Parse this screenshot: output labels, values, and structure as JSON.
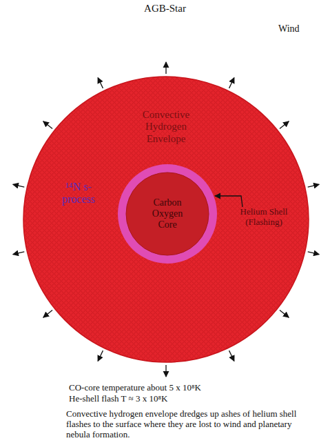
{
  "diagram": {
    "title": "AGB-Star",
    "caption": "Convective hydrogen envelope dredges up ashes of helium shell flashes to the surface where they are lost to wind and planetary nebula formation.",
    "nodes": [
      {
        "text": [
          "Convective Hydrogen Envelope",
          "¹⁴N s-process"
        ]
      },
      {
        "text": [
          "Helium Shell (Flashing)"
        ],
        "in": 0
      },
      {
        "text": [
          "Carbon Oxygen Core"
        ],
        "in": 1
      }
    ],
    "labels": [
      "Wind",
      "CO-core temperature about 5 x 10⁸K",
      "He-shell flash T ≈ 3 x 10⁸K"
    ]
  }
}
